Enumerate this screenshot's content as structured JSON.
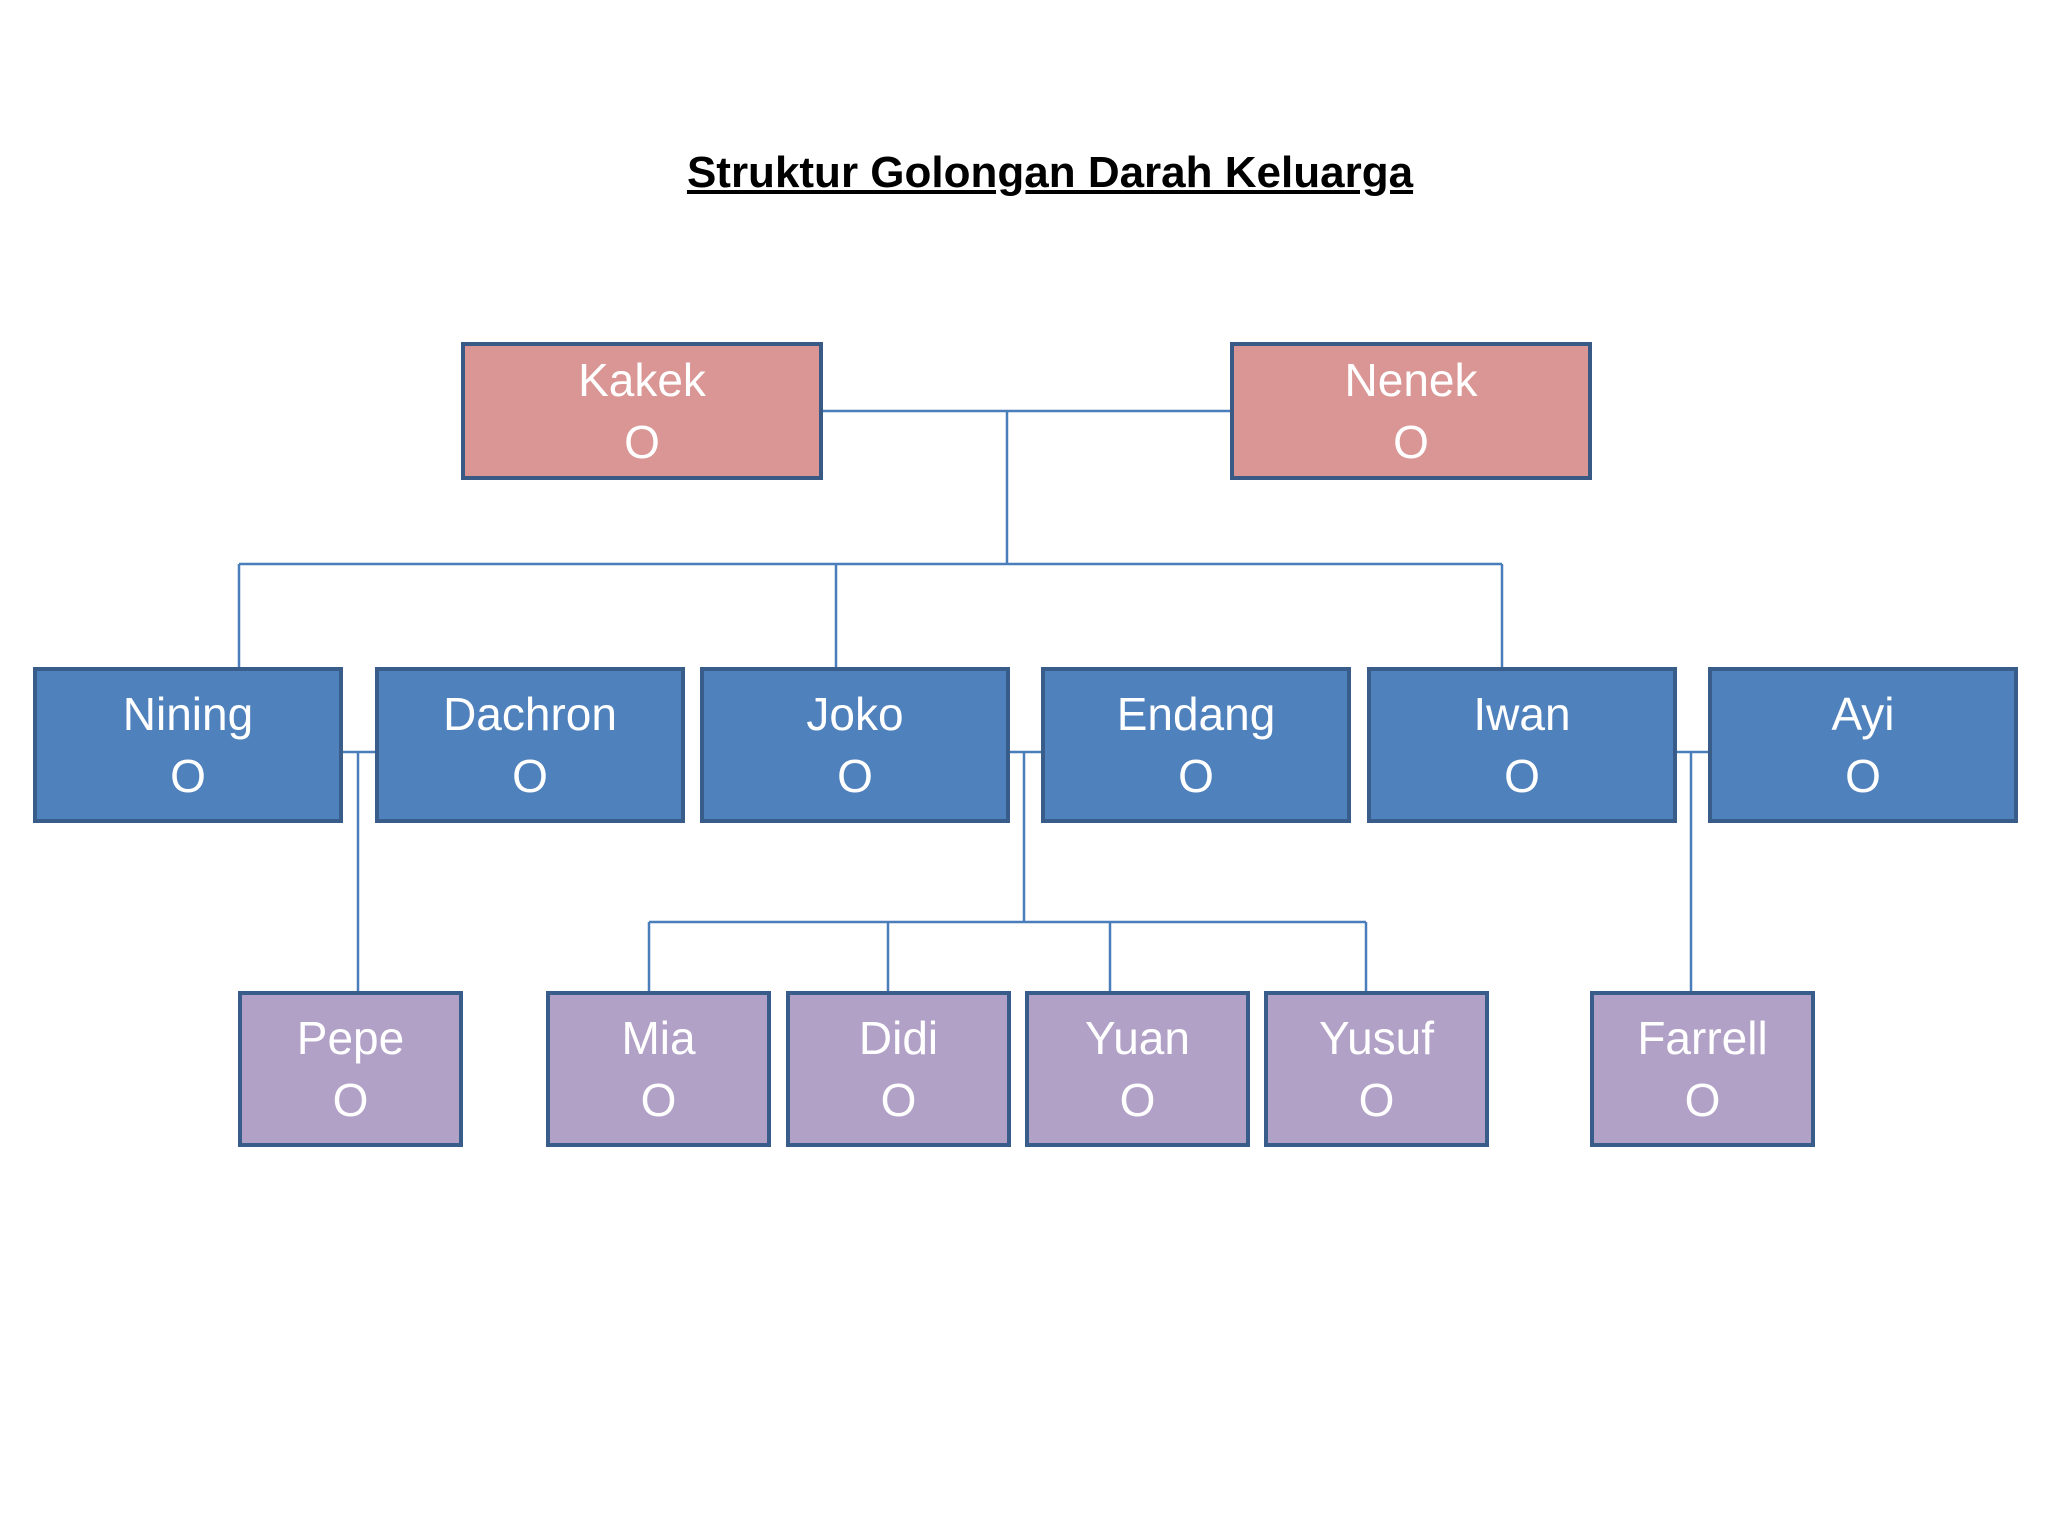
{
  "title": "Struktur Golongan Darah Keluarga",
  "colors": {
    "grandparent_fill": "#d99694",
    "child_fill": "#4f81bd",
    "grandchild_fill": "#b2a1c7",
    "border": "#385d8a",
    "connector": "#4a7ebb"
  },
  "grandparents": [
    {
      "name": "Kakek",
      "blood": "O"
    },
    {
      "name": "Nenek",
      "blood": "O"
    }
  ],
  "children": [
    {
      "name": "Nining",
      "blood": "O"
    },
    {
      "name": "Dachron",
      "blood": "O"
    },
    {
      "name": "Joko",
      "blood": "O"
    },
    {
      "name": "Endang",
      "blood": "O"
    },
    {
      "name": "Iwan",
      "blood": "O"
    },
    {
      "name": "Ayi",
      "blood": "O"
    }
  ],
  "grandchildren": [
    {
      "name": "Pepe",
      "blood": "O"
    },
    {
      "name": "Mia",
      "blood": "O"
    },
    {
      "name": "Didi",
      "blood": "O"
    },
    {
      "name": "Yuan",
      "blood": "O"
    },
    {
      "name": "Yusuf",
      "blood": "O"
    },
    {
      "name": "Farrell",
      "blood": "O"
    }
  ]
}
